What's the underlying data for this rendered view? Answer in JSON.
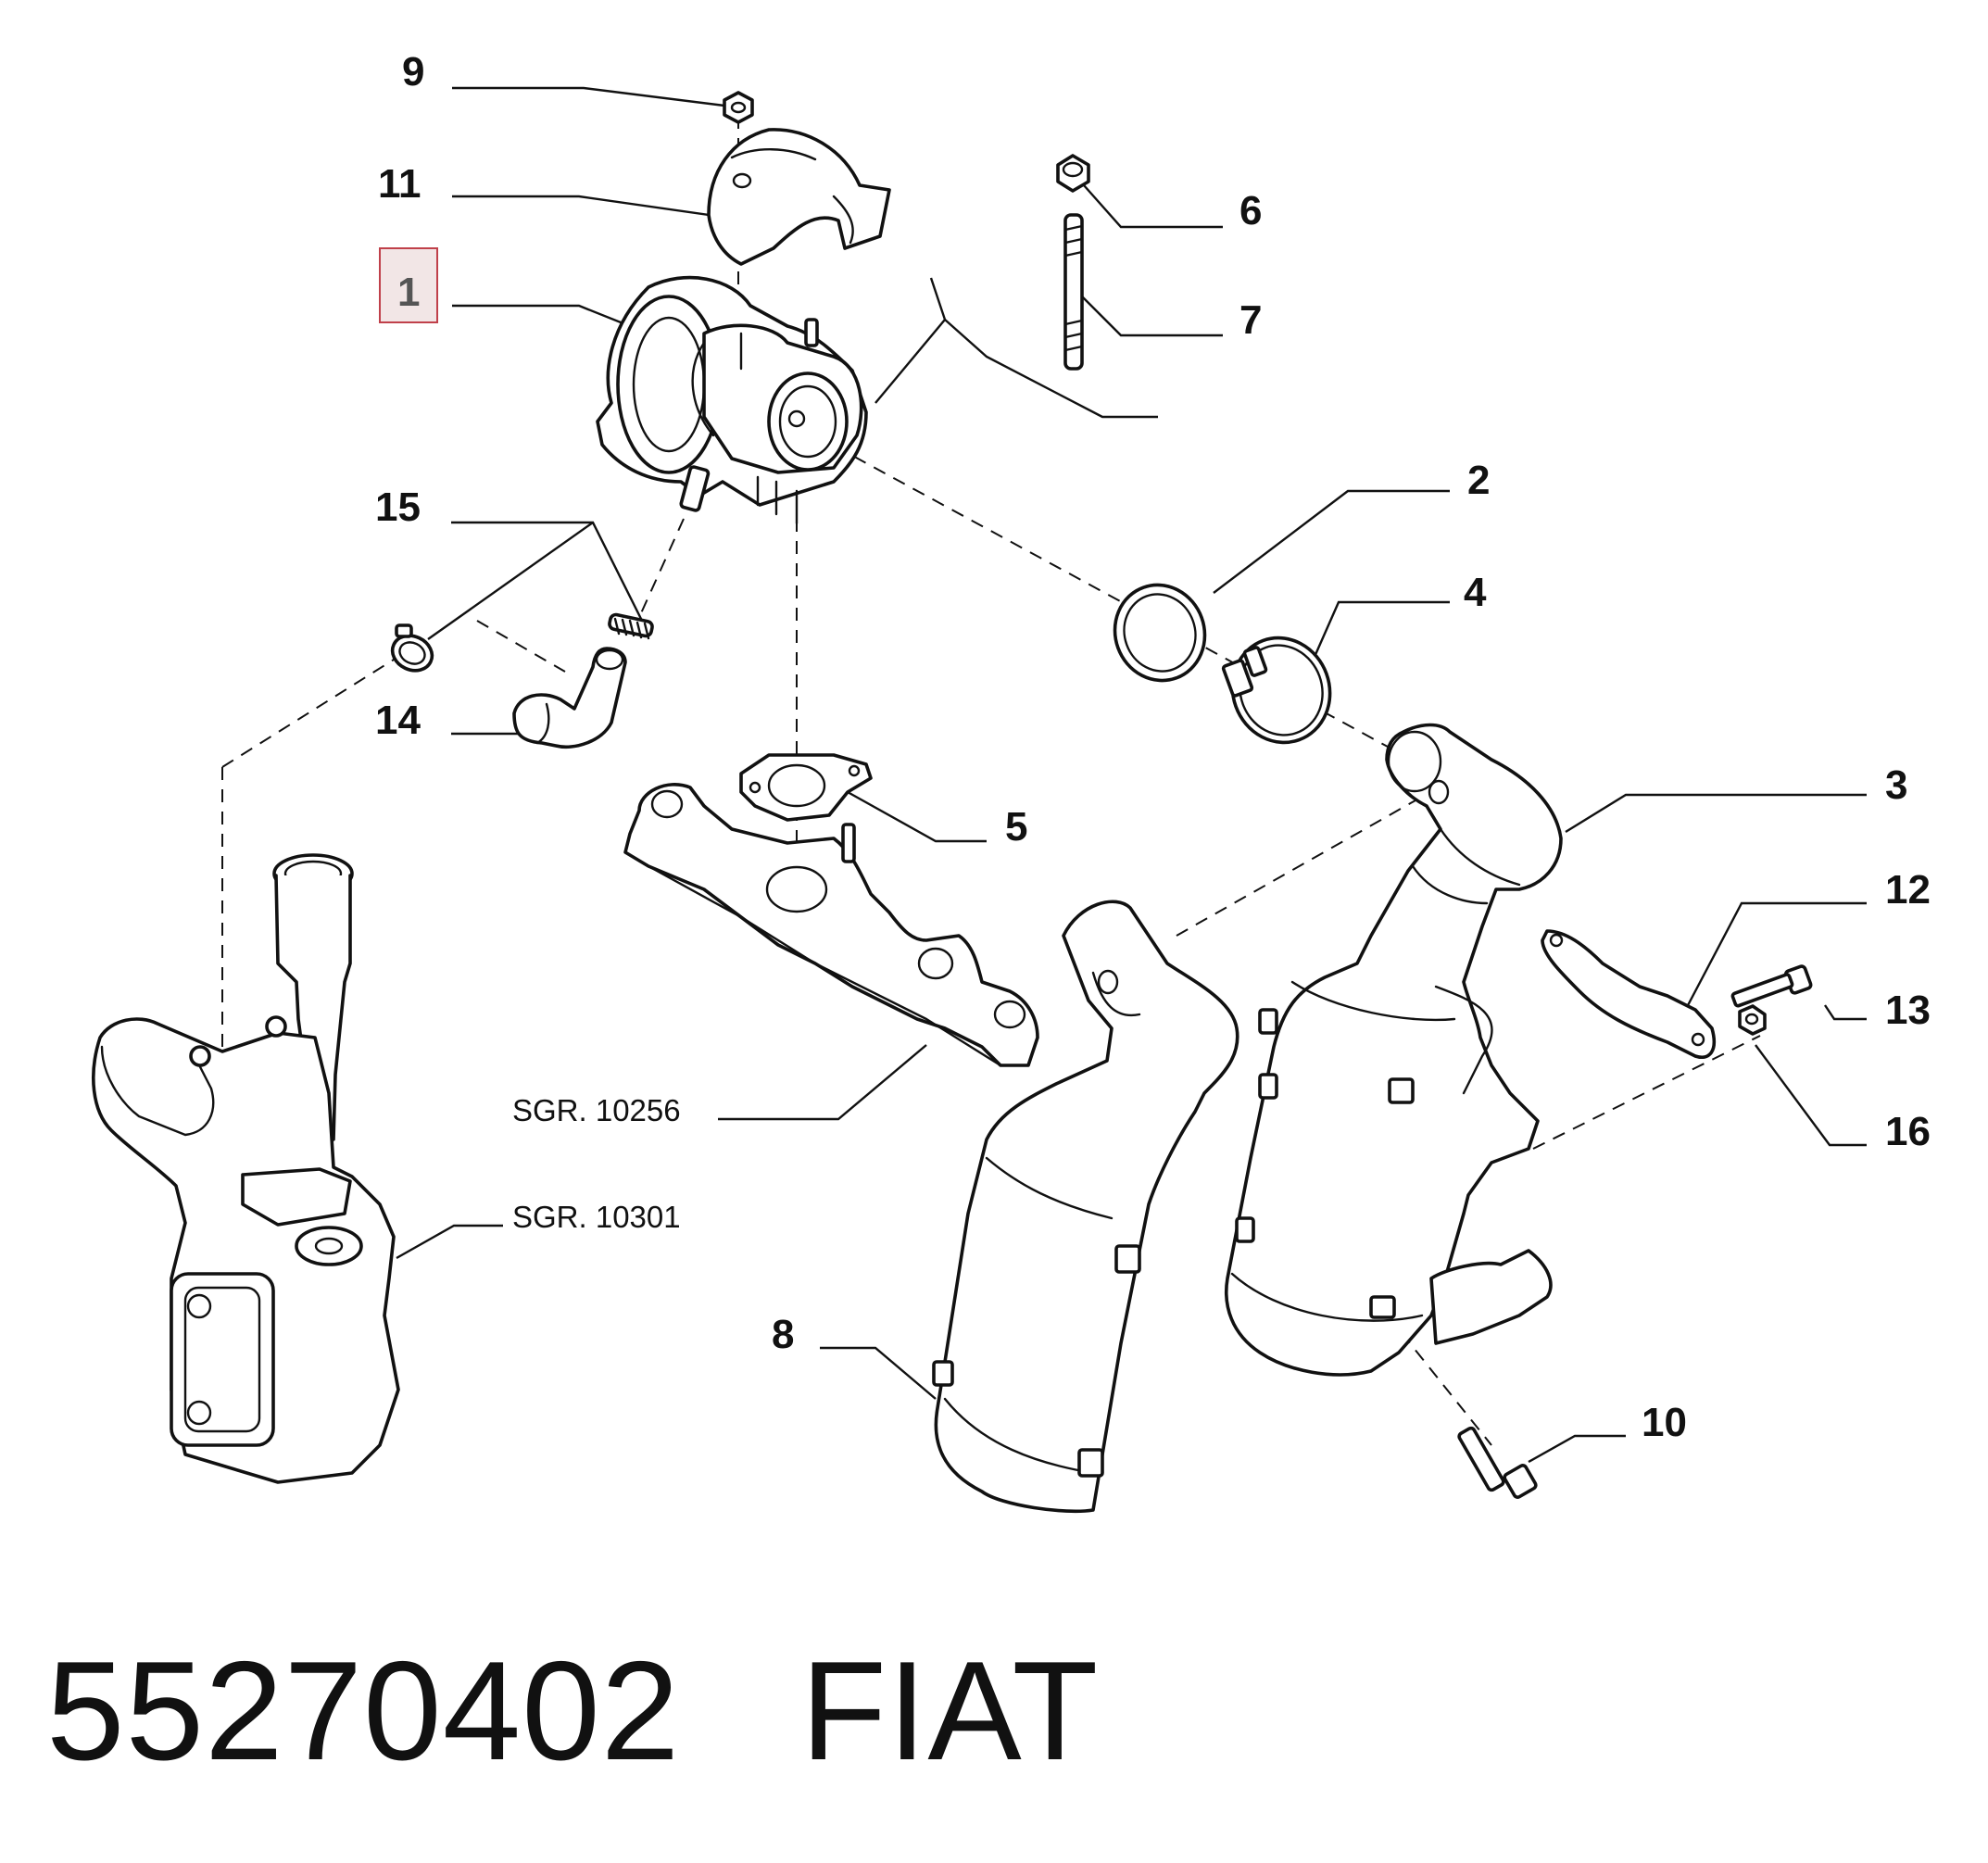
{
  "callouts": {
    "c1": "1",
    "c2": "2",
    "c3": "3",
    "c4": "4",
    "c5": "5",
    "c6": "6",
    "c7": "7",
    "c8": "8",
    "c9": "9",
    "c10": "10",
    "c11": "11",
    "c12": "12",
    "c13": "13",
    "c14": "14",
    "c15": "15",
    "c16": "16"
  },
  "references": {
    "sgr_10256": "SGR. 10256",
    "sgr_10301": "SGR. 10301"
  },
  "footer": {
    "part_number": "55270402",
    "brand": "FIAT"
  },
  "highlight": {
    "callout": "1",
    "box_color": "#f2e6e6",
    "box_border": "#c0404a"
  }
}
